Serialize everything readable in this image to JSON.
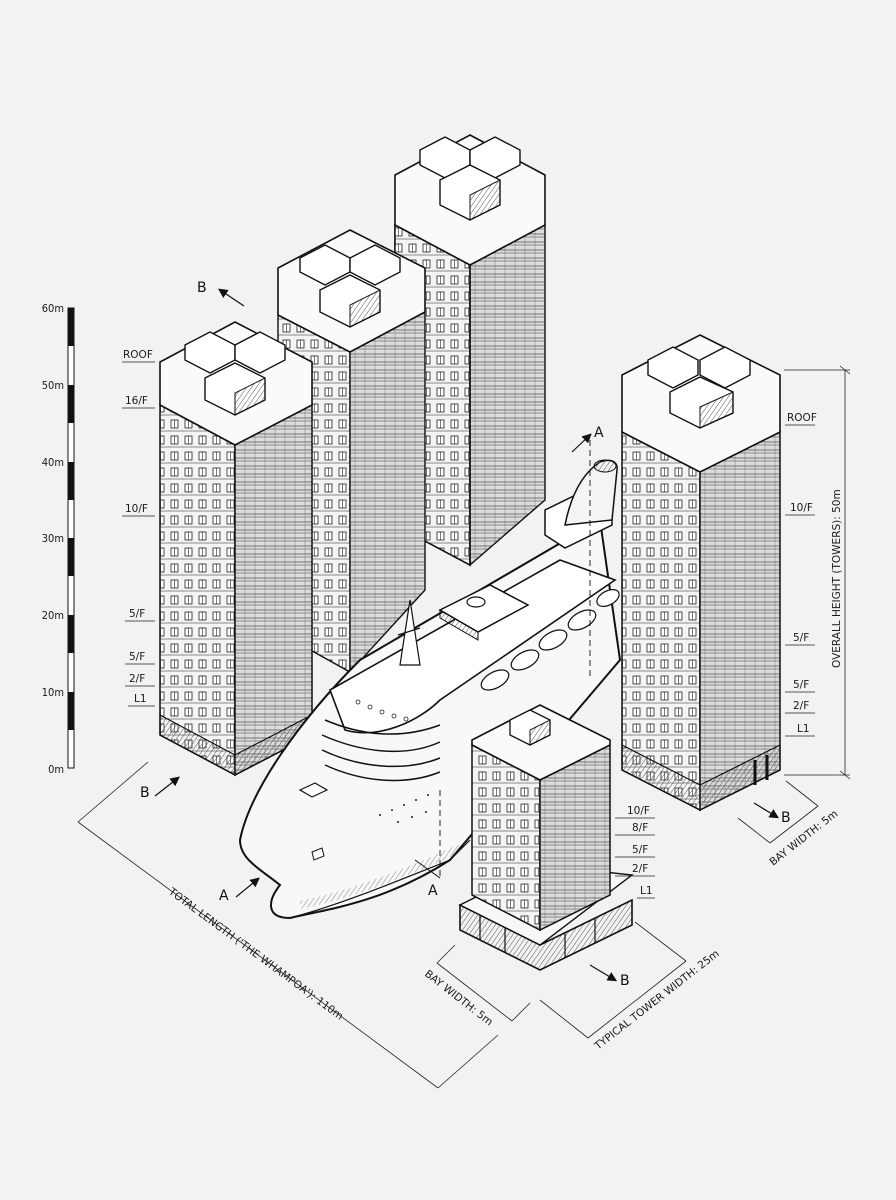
{
  "title": "Isometric drawing: residential towers and ship 'The Whampoa'",
  "colors": {
    "background": "#f2f2f2",
    "ink": "#111111",
    "hatch": "#555555"
  },
  "scale_bar": {
    "unit": "m",
    "ticks": [
      "60m",
      "50m",
      "40m",
      "30m",
      "20m",
      "10m",
      "0m"
    ],
    "range_m": [
      0,
      60
    ]
  },
  "left_tower_levels": [
    "ROOF",
    "16/F",
    "10/F",
    "5/F",
    "5/F",
    "2/F",
    "L1"
  ],
  "right_tower_levels": [
    "ROOF",
    "10/F",
    "5/F",
    "5/F",
    "2/F",
    "L1"
  ],
  "front_tower_levels": [
    "10/F",
    "8/F",
    "5/F",
    "2/F",
    "L1"
  ],
  "dimensions": {
    "overall_height": "OVERALL HEIGHT (TOWERS): 50m",
    "total_length": "TOTAL LENGTH ('THE WHAMPOA'): 110m",
    "bay_width_front": "BAY WIDTH: 5m",
    "bay_width_right": "BAY WIDTH: 5m",
    "tower_width": "TYPICAL TOWER WIDTH: 25m"
  },
  "section_markers": {
    "b_top": "B",
    "b_left": "B",
    "b_right": "B",
    "b_front": "B",
    "a_top": "A",
    "a_bottom_left": "A",
    "a_bottom": "A"
  }
}
